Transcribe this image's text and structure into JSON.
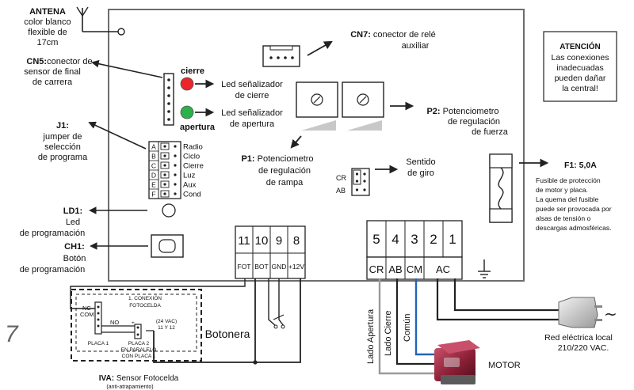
{
  "antenna": {
    "title": "ANTENA",
    "desc": [
      "color blanco",
      "flexible de",
      "17cm"
    ]
  },
  "cn5": {
    "code": "CN5:",
    "desc": [
      "conector de",
      "sensor de final",
      "de carrera"
    ]
  },
  "j1": {
    "code": "J1:",
    "desc": [
      "jumper de",
      "selección",
      "de programa"
    ]
  },
  "ld1": {
    "code": "LD1:",
    "desc": [
      "Led",
      "de programación"
    ]
  },
  "ch1": {
    "code": "CH1:",
    "desc": [
      "Botón",
      "de programación"
    ]
  },
  "cn7": {
    "code": "CN7:",
    "desc": [
      "conector de relé",
      "auxiliar"
    ]
  },
  "attention": {
    "title": "ATENCIÓN",
    "lines": [
      "Las conexiones",
      "inadecuadas",
      "pueden dañar",
      "la central!"
    ]
  },
  "leds": {
    "close_word": "cierre",
    "open_word": "apertura",
    "close_label": [
      "Led señalizador",
      "de cierre"
    ],
    "open_label": [
      "Led señalizador",
      "de apertura"
    ]
  },
  "p2": {
    "code": "P2:",
    "desc": [
      "Potenciometro",
      "de regulación",
      "de fuerza"
    ]
  },
  "p1": {
    "code": "P1:",
    "desc": [
      "Potenciometro",
      "de regulación",
      "de rampa"
    ]
  },
  "direction": {
    "desc": [
      "Sentido",
      "de giro"
    ],
    "cr": "CR",
    "ab": "AB"
  },
  "f1": {
    "code": "F1: 5,0A",
    "desc": [
      "Fusible de protección",
      "de motor y placa.",
      "La quema del fusible",
      "puede ser provocada por",
      "alsas de tensión o",
      "descargas admosféricas."
    ]
  },
  "jumper_rows": [
    {
      "letter": "A",
      "label": "Radio"
    },
    {
      "letter": "B",
      "label": "Ciclo"
    },
    {
      "letter": "C",
      "label": "Cierre"
    },
    {
      "letter": "D",
      "label": "Luz"
    },
    {
      "letter": "E",
      "label": "Aux"
    },
    {
      "letter": "F",
      "label": "Cond"
    }
  ],
  "terminals_left": [
    {
      "num": "11",
      "label": "FOT"
    },
    {
      "num": "10",
      "label": "BOT"
    },
    {
      "num": "9",
      "label": "GND"
    },
    {
      "num": "8",
      "label": "+12V"
    }
  ],
  "terminals_right": [
    {
      "num": "5"
    },
    {
      "num": "4"
    },
    {
      "num": "3"
    },
    {
      "num": "2"
    },
    {
      "num": "1"
    }
  ],
  "terminals_right_labels": [
    "CR",
    "AB",
    "CM",
    "AC"
  ],
  "botonera": "Botonera",
  "side_number": "7",
  "photocell": {
    "nc": "NC",
    "com": "COM",
    "no": "NO",
    "conn_title": [
      "1. CONEXIÓN",
      "FOTOCELDA"
    ],
    "vac": [
      "(24 VAC)",
      "11 Y 12"
    ],
    "plate1": "PLACA 1",
    "plate2": [
      "PLACA 2",
      "EN PARALELO",
      "CON PLACA 1"
    ],
    "caption_code": "IVA:",
    "caption_text": "Sensor Fotocelda",
    "caption_sub": "(anti-atrapamiento)"
  },
  "motor_wires": [
    "Lado Apertura",
    "Lado Cierre",
    "Común"
  ],
  "motor": "MOTOR",
  "power": [
    "Red eléctrica local",
    "210/220 VAC."
  ]
}
